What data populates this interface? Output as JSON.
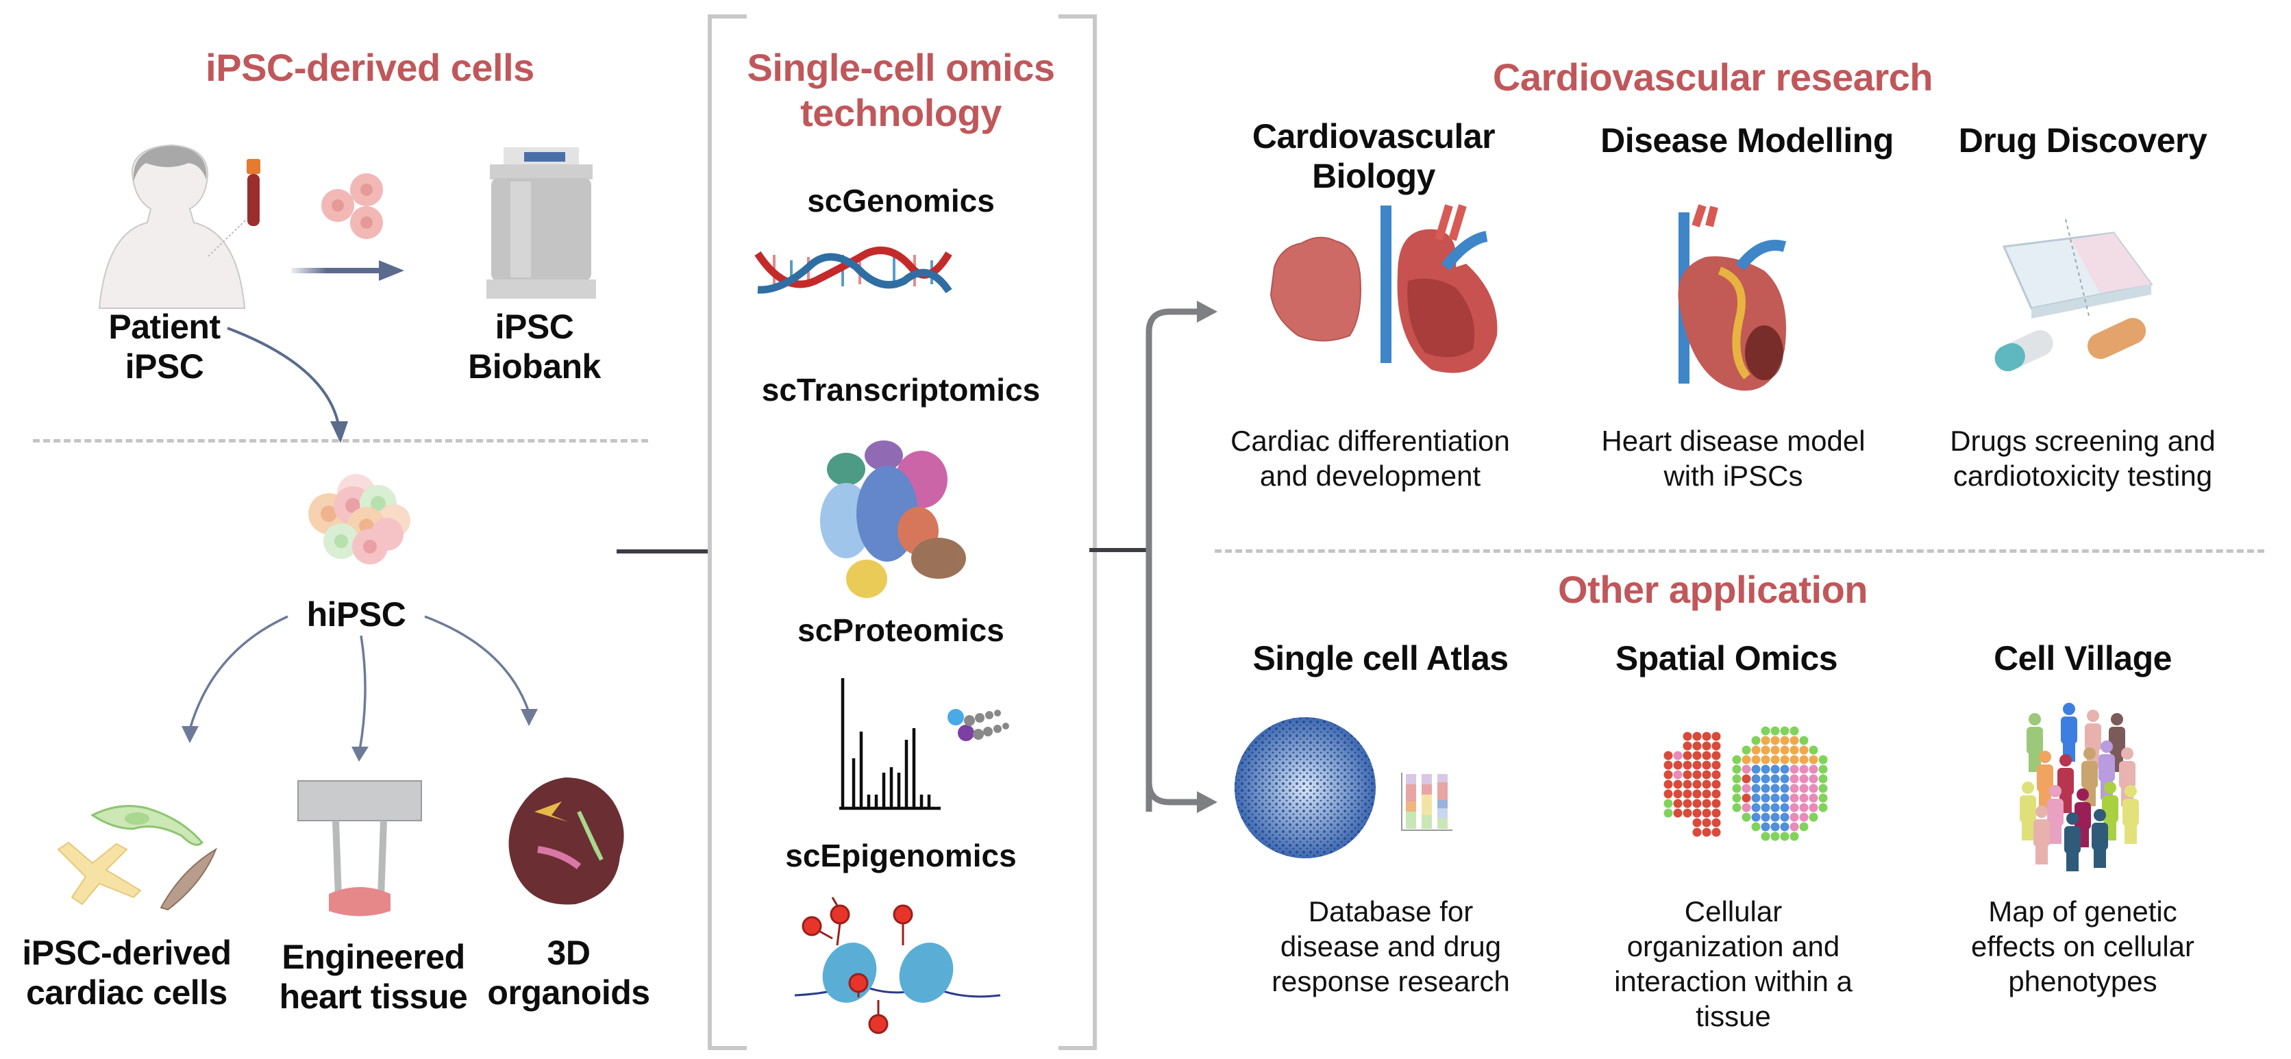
{
  "left_panel": {
    "title": "iPSC-derived cells",
    "patient_label": "Patient\niPSC",
    "biobank_label": "iPSC\nBiobank",
    "hipsc_label": "hiPSC",
    "outputs": [
      {
        "label": "iPSC-derived\ncardiac cells",
        "icon": "cardiac-cells-icon"
      },
      {
        "label": "Engineered\nheart tissue",
        "icon": "engineered-heart-tissue-icon"
      },
      {
        "label": "3D\norganoids",
        "icon": "organoid-icon"
      }
    ]
  },
  "center_panel": {
    "title": "Single-cell omics\ntechnology",
    "technologies": [
      {
        "label": "scGenomics",
        "icon": "dna-helix-icon"
      },
      {
        "label": "scTranscriptomics",
        "icon": "umap-clusters-icon"
      },
      {
        "label": "scProteomics",
        "icon": "mass-spectrum-icon"
      },
      {
        "label": "scEpigenomics",
        "icon": "nucleosome-methylation-icon"
      }
    ]
  },
  "right_panel": {
    "cardio_title": "Cardiovascular research",
    "cardio_items": [
      {
        "title": "Cardiovascular\nBiology",
        "desc": "Cardiac differentiation\nand development",
        "icon": "heart-anatomy-icon"
      },
      {
        "title": "Disease Modelling",
        "desc": "Heart disease model\nwith iPSCs",
        "icon": "diseased-heart-icon"
      },
      {
        "title": "Drug Discovery",
        "desc": "Drugs screening and\ncardiotoxicity testing",
        "icon": "well-plate-pills-icon"
      }
    ],
    "other_title": "Other application",
    "other_items": [
      {
        "title": "Single cell Atlas",
        "desc": "Database for\ndisease and drug\nresponse research",
        "icon": "cell-atlas-icon"
      },
      {
        "title": "Spatial Omics",
        "desc": "Cellular\norganization and\ninteraction within a\ntissue",
        "icon": "spatial-spots-icon"
      },
      {
        "title": "Cell Village",
        "desc": "Map of genetic\neffects on cellular\nphenotypes",
        "icon": "people-crowd-icon"
      }
    ]
  },
  "colors": {
    "title_red": "#c0575a",
    "arrow_blue": "#5a6b8c",
    "connector_gray": "#7d7f82",
    "bracket_gray": "#c8c8c8"
  }
}
